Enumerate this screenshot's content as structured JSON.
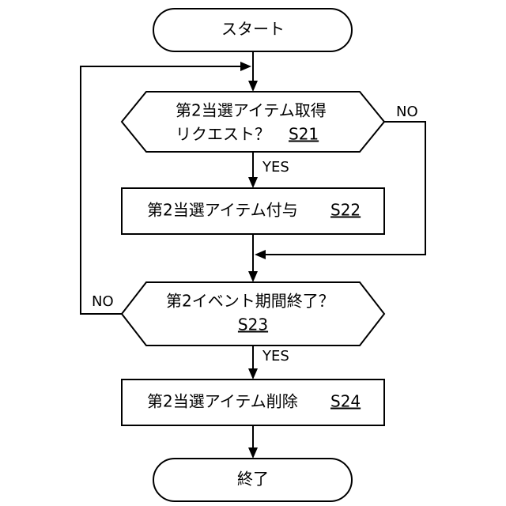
{
  "flowchart": {
    "start": {
      "label": "スタート"
    },
    "decision_1": {
      "line1": "第2当選アイテム取得",
      "line2": "リクエスト？",
      "step": "S21",
      "yes_label": "YES",
      "no_label": "NO"
    },
    "process_1": {
      "label": "第2当選アイテム付与",
      "step": "S22"
    },
    "decision_2": {
      "line1": "第2イベント期間終了？",
      "step": "S23",
      "yes_label": "YES",
      "no_label": "NO"
    },
    "process_2": {
      "label": "第2当選アイテム削除",
      "step": "S24"
    },
    "end": {
      "label": "終了"
    }
  }
}
